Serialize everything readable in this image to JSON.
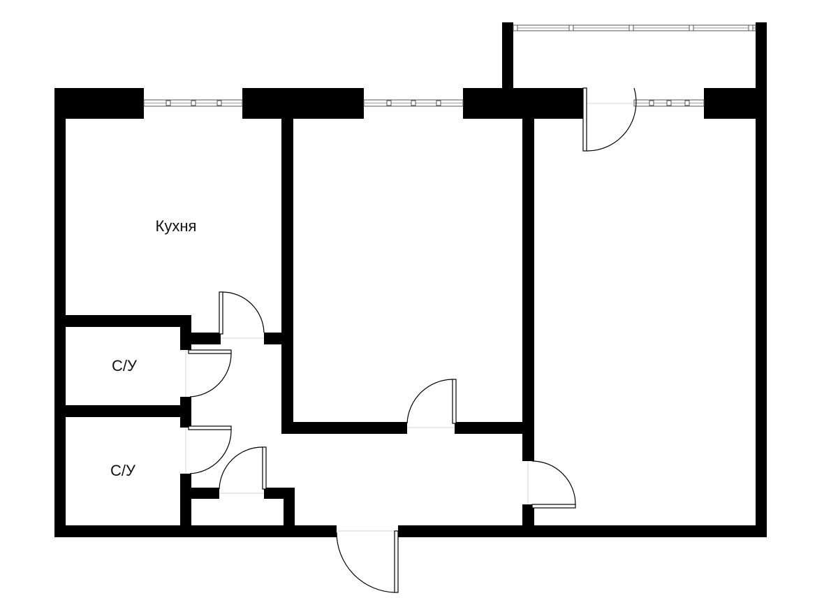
{
  "rooms": {
    "kitchen": "Кухня",
    "bathroom_1": "С/У",
    "bathroom_2": "С/У"
  },
  "colors": {
    "wall": "#000000",
    "background": "#ffffff"
  }
}
